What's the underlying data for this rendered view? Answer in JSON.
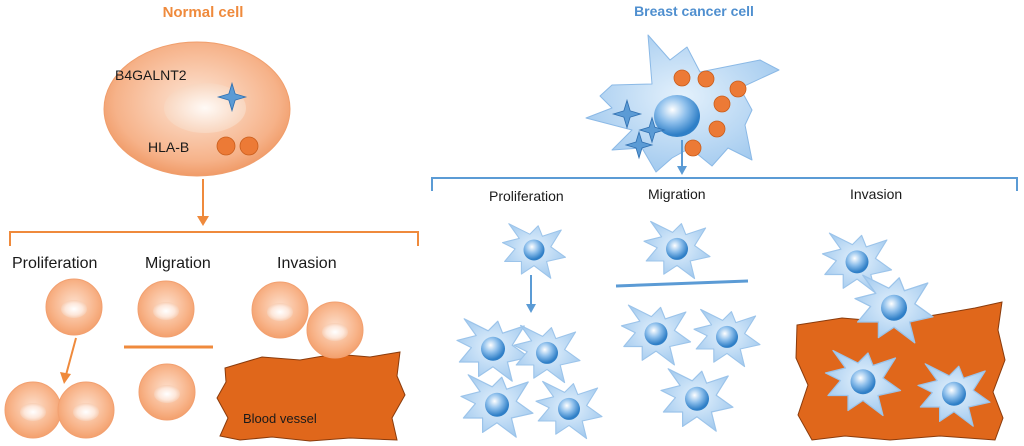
{
  "titles": {
    "normal": "Normal cell",
    "cancer": "Breast cancer cell"
  },
  "normal_cell": {
    "gene_label": "B4GALNT2",
    "hla_label": "HLA-B"
  },
  "process_labels": {
    "proliferation": "Proliferation",
    "migration": "Migration",
    "invasion": "Invasion"
  },
  "vessel_label": "Blood vessel",
  "colors": {
    "normal_title": "#ef8a3c",
    "cancer_title": "#4f8fcf",
    "normal_line": "#ef8a3c",
    "cancer_line": "#5b9bd5",
    "vessel_fill": "#e0671b",
    "normal_cell_fill": "#f7b48a",
    "cancer_cell_fill": "#a9cdf0",
    "hla_dot": "#ec7a36"
  }
}
